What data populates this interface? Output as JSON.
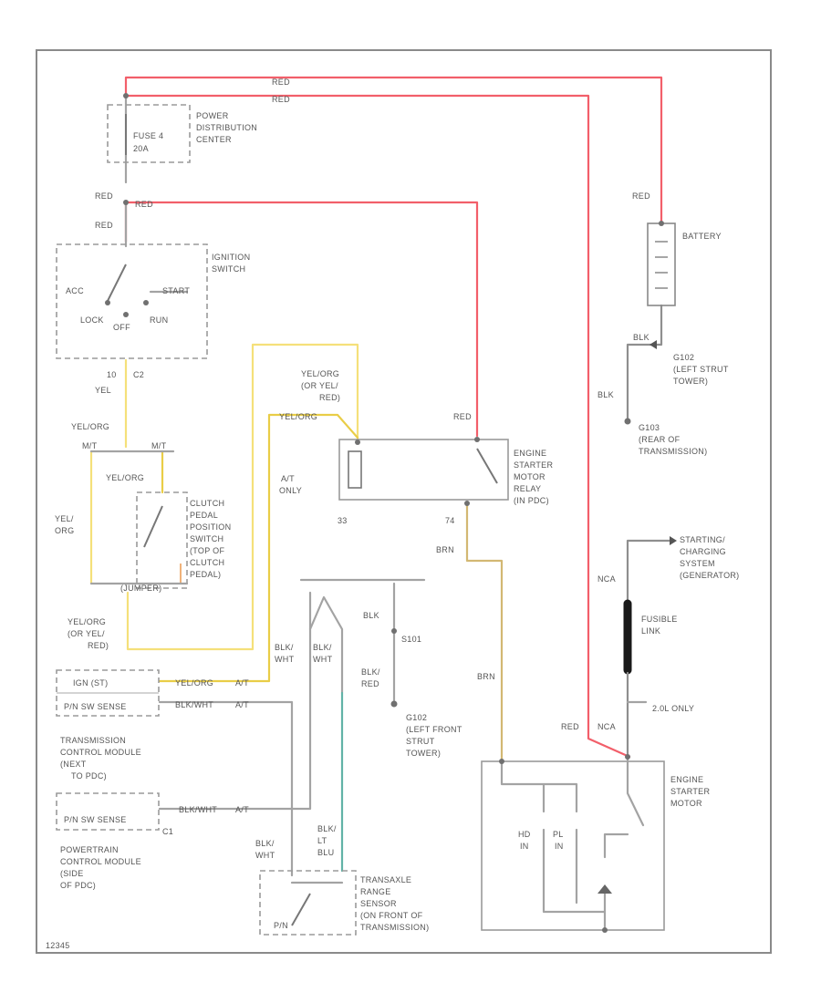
{
  "colors": {
    "red_wire": "#f25f6a",
    "yellow_wire": "#f5e07a",
    "brown_wire": "#d3b873",
    "lt_blue_wire": "#62b3a7",
    "gray_wire": "#a3a3a3"
  },
  "labels": {
    "red_top1": "RED",
    "red_top2": "RED",
    "pdc_1": "POWER",
    "pdc_2": "DISTRIBUTION",
    "pdc_3": "CENTER",
    "fuse_1": "FUSE 4",
    "fuse_2": "20A",
    "red_left1": "RED",
    "red_right1": "RED",
    "red_left2": "RED",
    "ign_1": "IGNITION",
    "ign_2": "SWITCH",
    "ign_acc": "ACC",
    "ign_start": "START",
    "ign_lock": "LOCK",
    "ign_off": "OFF",
    "ign_run": "RUN",
    "c2_num": "10",
    "c2": "C2",
    "yel": "YEL",
    "yel_org": "YEL/ORG",
    "yel_org_2": "YEL/ORG",
    "clutch_1": "CLUTCH",
    "clutch_2": "PEDAL",
    "clutch_3": "POSITION",
    "clutch_4": "SWITCH",
    "clutch_5": "(TOP OF",
    "clutch_6": "CLUTCH",
    "clutch_7": "PEDAL)",
    "clutch_jumper": "(JUMPER)",
    "yel_org_left": "YEL/",
    "org_left": "ORG",
    "mt": "M/T",
    "mt2": "M/T",
    "yelorg_or_1": "YEL/ORG",
    "yelorg_or_2": "(OR YEL/",
    "yelorg_or_3": "RED)",
    "yelorg_mid": "YEL/ORG",
    "at_only_1": "A/T",
    "at_only_2": "ONLY",
    "red_relay": "RED",
    "esmr_1": "ENGINE",
    "esmr_2": "STARTER",
    "esmr_3": "MOTOR",
    "esmr_4": "RELAY",
    "esmr_5": "(IN PDC)",
    "pin_33": "33",
    "pin_74": "74",
    "brn": "BRN",
    "brn_2": "BRN",
    "battery": "BATTERY",
    "red_batt": "RED",
    "blk_batt": "BLK",
    "g102_1": "G102",
    "g102_2": "(LEFT STRUT",
    "g102_3": "TOWER)",
    "blk_vert": "BLK",
    "g103_1": "G103",
    "g103_2": "(REAR OF",
    "g103_3": "TRANSMISSION)",
    "scsg_1": "STARTING/",
    "scsg_2": "CHARGING",
    "scsg_3": "SYSTEM",
    "scsg_4": "(GENERATOR)",
    "nca": "NCA",
    "nca_2": "NCA",
    "fusible_1": "FUSIBLE",
    "fusible_2": "LINK",
    "two_l_only": "2.0L ONLY",
    "red_starter": "RED",
    "blk_g101": "BLK",
    "s101": "S101",
    "blk_red_1": "BLK/",
    "blk_red_2": "RED",
    "g102b_1": "G102",
    "g102b_2": "(LEFT FRONT",
    "g102b_3": "STRUT",
    "g102b_4": "TOWER)",
    "blkwht_1": "BLK/",
    "blkwht_2": "WHT",
    "blkwht_3": "BLK/",
    "blkwht_4": "WHT",
    "tcm_box1": "IGN (ST)",
    "tcm_box2": "P/N SW SENSE",
    "tcm_wire1": "YEL/ORG",
    "tcm_wire1b": "A/T",
    "tcm_wire2": "BLK/WHT",
    "tcm_wire2b": "A/T",
    "tcm_1": "TRANSMISSION",
    "tcm_2": "CONTROL MODULE",
    "tcm_3": "(NEXT",
    "tcm_4": "TO PDC)",
    "pcm_box": "P/N SW SENSE",
    "pcm_wire": "BLK/WHT",
    "pcm_wire_b": "A/T",
    "c1": "C1",
    "pcm_1": "POWERTRAIN",
    "pcm_2": "CONTROL MODULE",
    "pcm_3": "(SIDE",
    "pcm_4": "OF PDC)",
    "blk_wht_tr1": "BLK/",
    "blk_wht_tr2": "WHT",
    "blk_lt_1": "BLK/",
    "blk_lt_2": "LT",
    "blk_lt_3": "BLU",
    "trs_1": "TRANSAXLE",
    "trs_2": "RANGE",
    "trs_3": "SENSOR",
    "trs_4": "(ON FRONT OF",
    "trs_5": "TRANSMISSION)",
    "trs_pn": "P/N",
    "esm_1": "ENGINE",
    "esm_2": "STARTER",
    "esm_3": "MOTOR",
    "hd_1": "HD",
    "hd_2": "IN",
    "pl_1": "PL",
    "pl_2": "IN",
    "footer": "12345"
  }
}
